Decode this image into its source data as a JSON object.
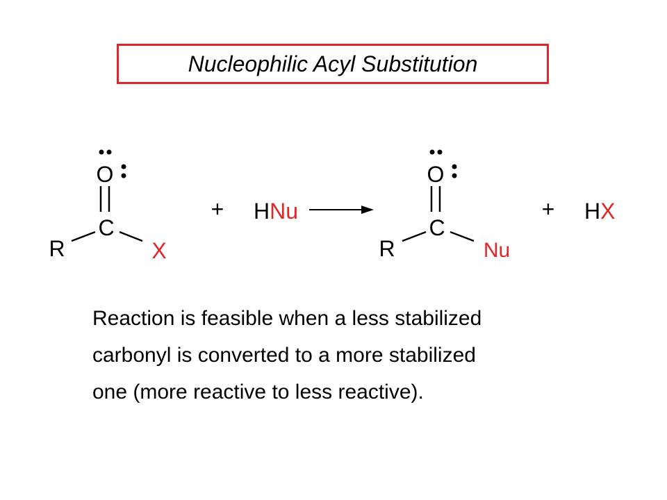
{
  "title": "Nucleophilic Acyl Substitution",
  "colors": {
    "accent": "#e0262a",
    "text": "#000000"
  },
  "reactant": {
    "oxygen": "O",
    "carbon": "C",
    "r_group": "R",
    "leaving_group": "X"
  },
  "plus_1": "+",
  "reagent": {
    "h": "H",
    "nu": "Nu"
  },
  "product": {
    "oxygen": "O",
    "carbon": "C",
    "r_group": "R",
    "nucleophile": "Nu"
  },
  "plus_2": "+",
  "byproduct": {
    "h": "H",
    "x": "X"
  },
  "description": [
    "Reaction is feasible when a less stabilized",
    "carbonyl is converted to a more stabilized",
    "one (more reactive to less reactive)."
  ]
}
